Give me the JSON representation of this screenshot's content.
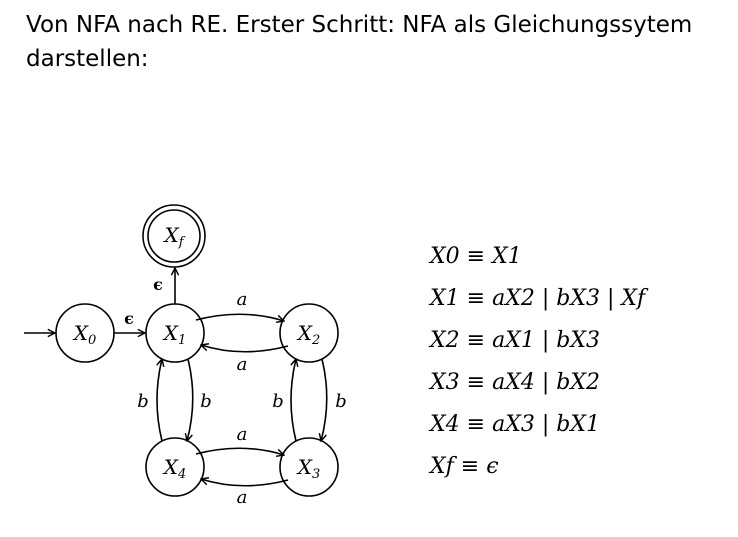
{
  "title": {
    "line1": "Von NFA nach RE. Erster Schritt: NFA als Gleichungssytem",
    "line2": "darstellen:"
  },
  "diagram": {
    "states": [
      {
        "id": "X0",
        "label": "X",
        "sub": "0"
      },
      {
        "id": "X1",
        "label": "X",
        "sub": "1"
      },
      {
        "id": "X2",
        "label": "X",
        "sub": "2"
      },
      {
        "id": "X3",
        "label": "X",
        "sub": "3"
      },
      {
        "id": "X4",
        "label": "X",
        "sub": "4"
      },
      {
        "id": "Xf",
        "label": "X",
        "sub": "f",
        "accepting": true
      }
    ],
    "transitions": [
      {
        "from": "X0",
        "to": "X1",
        "label": "ϵ"
      },
      {
        "from": "X1",
        "to": "Xf",
        "label": "ϵ"
      },
      {
        "from": "X1",
        "to": "X2",
        "label": "a"
      },
      {
        "from": "X2",
        "to": "X1",
        "label": "a"
      },
      {
        "from": "X1",
        "to": "X4",
        "label": "b"
      },
      {
        "from": "X4",
        "to": "X1",
        "label": "b"
      },
      {
        "from": "X2",
        "to": "X3",
        "label": "b"
      },
      {
        "from": "X3",
        "to": "X2",
        "label": "b"
      },
      {
        "from": "X4",
        "to": "X3",
        "label": "a"
      },
      {
        "from": "X3",
        "to": "X4",
        "label": "a"
      }
    ]
  },
  "equations": [
    "X0 ≡ X1",
    "X1 ≡ aX2 | bX3 | Xf",
    "X2 ≡ aX1 | bX3",
    "X3 ≡ aX4 | bX2",
    "X4 ≡ aX3 | bX1",
    "Xf ≡ ϵ"
  ]
}
